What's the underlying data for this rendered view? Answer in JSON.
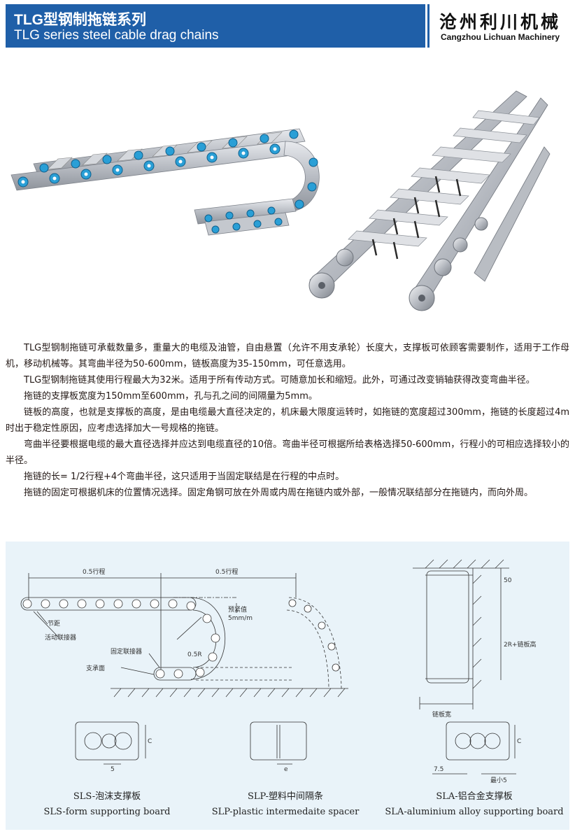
{
  "header": {
    "title_cn": "TLG型钢制拖链系列",
    "title_en": "TLG series steel cable drag chains",
    "company_cn": "沧州利川机械",
    "company_en": "Cangzhou Lichuan Machinery"
  },
  "paragraphs": [
    "TLG型钢制拖链可承载数量多，重量大的电缆及油管，自由悬置（允许不用支承轮）长度大，支撑板可依顾客需要制作，适用于工作母机，移动机械等。其弯曲半径为50-600mm，链板高度为35-150mm，可任意选用。",
    "TLG型钢制拖链其使用行程最大为32米。适用于所有传动方式。可随意加长和缩短。此外，可通过改变销轴获得改变弯曲半径。",
    "拖链的支撑板宽度为150mm至600mm，孔与孔之间的间隔量为5mm。",
    "链板的高度，也就是支撑板的高度，是由电缆最大直径决定的，机床最大限度运转时，如拖链的宽度超过300mm，拖链的长度超过4m时出于稳定性原因，应考虑选择加大一号规格的拖链。",
    "弯曲半径要根据电缆的最大直径选择并应达到电缆直径的10倍。弯曲半径可根据所给表格选择50-600mm，行程小的可相应选择较小的半径。",
    "拖链的长= 1/2行程+4个弯曲半径，这只适用于当固定联结是在行程的中点时。",
    "拖链的固定可根据机床的位置情况选择。固定角钢可放在外周或内周在拖链内或外部，一般情况联结部分在拖链内，而向外周。"
  ],
  "diagram": {
    "half_stroke_left": "0.5行程",
    "half_stroke_right": "0.5行程",
    "pitch": "节距",
    "movable_connector": "活动联接器",
    "fixed_connector": "固定联接器",
    "support_surface": "支承面",
    "pretension": "预紧值",
    "pretension_value": "5mm/m",
    "radius": "0.5R",
    "dim_50": "50",
    "dim_height": "2R+链板高",
    "plate_width": "链板宽",
    "dim_c1": "C",
    "dim_c2": "C",
    "dim_5": "5",
    "dim_e": "e",
    "dim_75": "7.5",
    "dim_min5": "最小5"
  },
  "captions": [
    {
      "cn": "SLS-泡沫支撑板",
      "en": "SLS-form supporting board"
    },
    {
      "cn": "SLP-塑料中间隔条",
      "en": "SLP-plastic intermedaite spacer"
    },
    {
      "cn": "SLA-铝合金支撑板",
      "en": "SLA-aluminium alloy supporting board"
    }
  ],
  "colors": {
    "header_blue": "#1f5fa8",
    "panel_bg": "#e9f3f9",
    "chain_blue": "#2a9fd6",
    "steel": "#c9ccd1"
  }
}
